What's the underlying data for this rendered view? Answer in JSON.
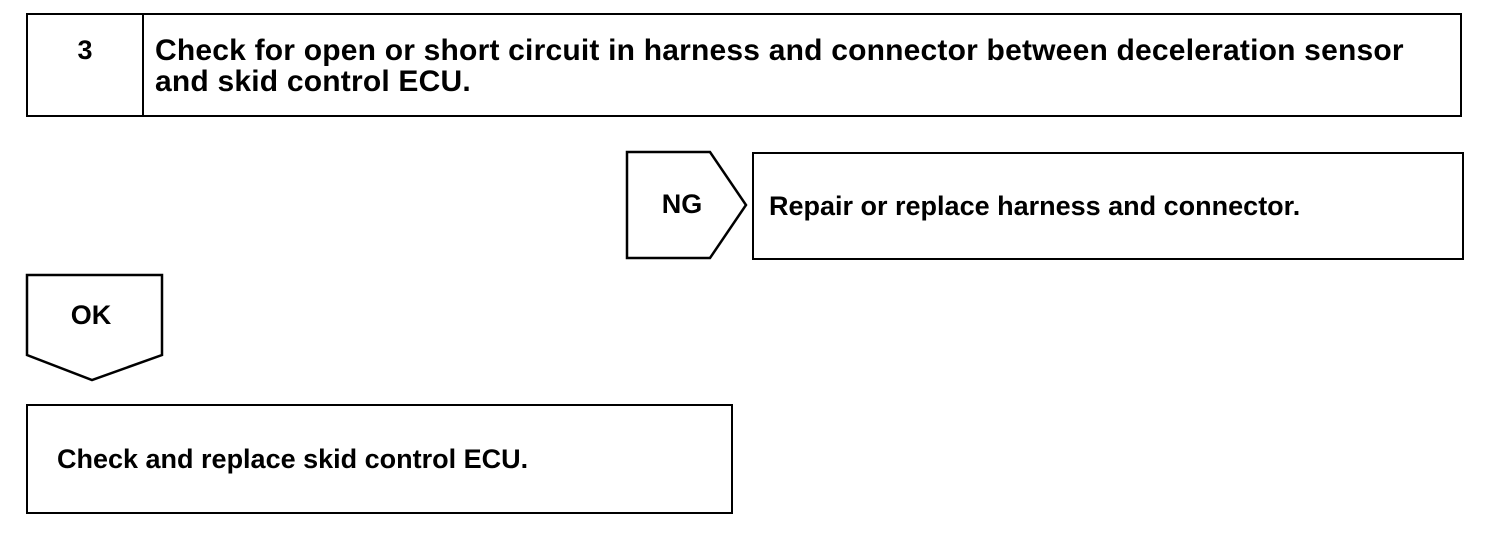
{
  "step": {
    "number": "3",
    "title": "Check for open or short circuit in harness and connector between deceleration sensor and skid control ECU."
  },
  "ng_branch": {
    "label": "NG",
    "action": "Repair or replace harness and connector."
  },
  "ok_branch": {
    "label": "OK",
    "action": "Check and replace skid control ECU."
  },
  "colors": {
    "line": "#000000",
    "background": "#ffffff"
  }
}
